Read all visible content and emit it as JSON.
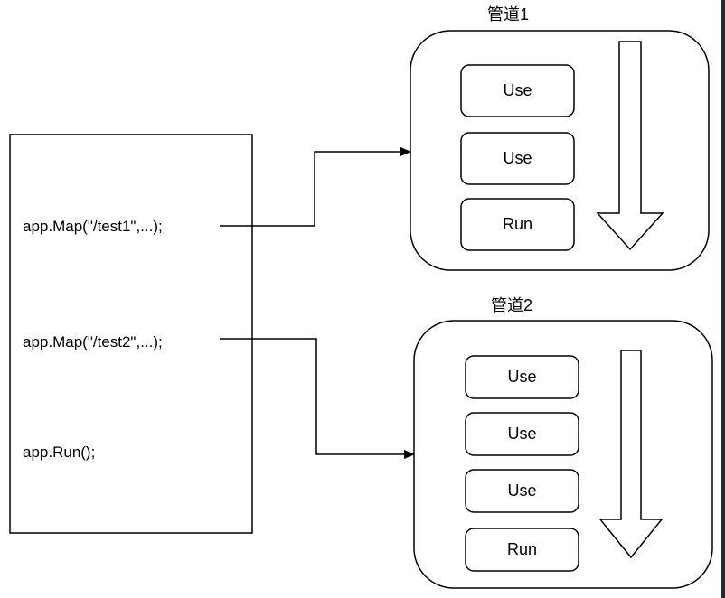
{
  "source": {
    "lines": [
      "app.Map(\"/test1\",...);",
      "app.Map(\"/test2\",...);",
      "app.Run();"
    ]
  },
  "pipelines": [
    {
      "title": "管道1",
      "steps": [
        "Use",
        "Use",
        "Run"
      ]
    },
    {
      "title": "管道2",
      "steps": [
        "Use",
        "Use",
        "Use",
        "Run"
      ]
    }
  ],
  "colors": {
    "stroke": "#000000",
    "background": "#ffffff",
    "right_edge": "#1f2a36"
  }
}
